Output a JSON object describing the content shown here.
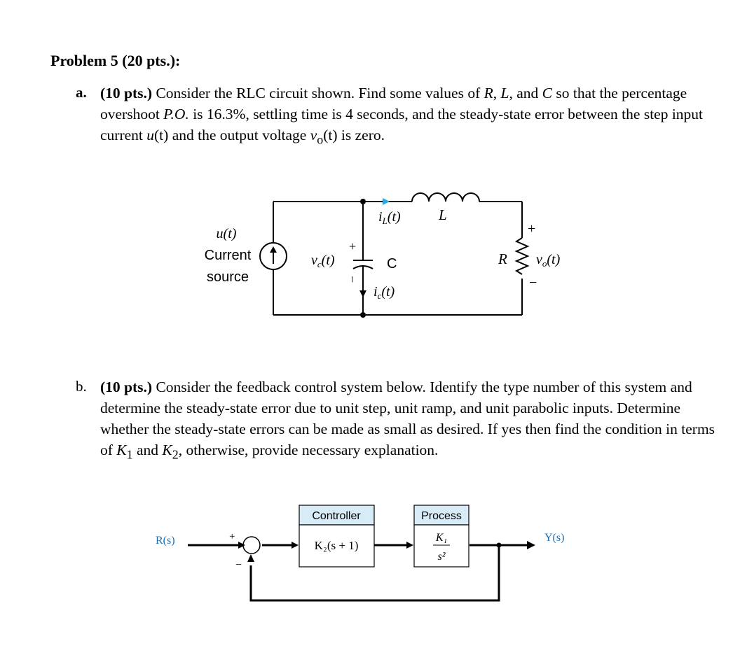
{
  "problem_title": "Problem 5 (20 pts.):",
  "part_a": {
    "label": "a.",
    "points": "(10 pts.)",
    "text_1": " Consider the RLC circuit shown. Find some values of ",
    "var_R": "R",
    "sep_1": ", ",
    "var_L": "L",
    "sep_2": ", and ",
    "var_C": "C",
    "text_2": " so that the percentage overshoot ",
    "var_PO": "P.O.",
    "text_3": " is 16.3%, settling time is 4 seconds, and the steady-state error between the step input current ",
    "var_u": "u",
    "paren_u": "(t)",
    "text_4": " and the output voltage ",
    "var_v": "v",
    "sub_o": "o",
    "paren_v": "(t)",
    "text_5": " is zero."
  },
  "circuit": {
    "source_label_1": "u(t)",
    "source_label_2": "Current",
    "source_label_3": "source",
    "vc_label": "v",
    "vc_sub": "c",
    "vc_t": "(t)",
    "cap_plus": "+",
    "cap_minus": "−",
    "cap_label": "C",
    "iL_label": "i",
    "iL_sub": "L",
    "iL_t": "(t)",
    "L_label": "L",
    "ic_label": "i",
    "ic_sub": "c",
    "ic_t": "(t)",
    "R_label": "R",
    "vo_plus": "+",
    "vo_minus": "−",
    "vo_label": "v",
    "vo_sub": "o",
    "vo_t": "(t)",
    "colors": {
      "wire": "#000000",
      "current_arrow": "#29a8e0"
    }
  },
  "part_b": {
    "label": "b.",
    "points": "(10 pts.)",
    "text_1": " Consider the feedback control system below. Identify the type number of this system and determine the steady-state error due to unit step, unit ramp, and unit parabolic inputs. Determine whether the steady-state errors can be made as small as desired. If yes then find the condition in terms of ",
    "var_K": "K",
    "sub_1": "1",
    "text_2": " and ",
    "sub_2": "2",
    "text_3": ", otherwise, provide necessary explanation."
  },
  "block_diagram": {
    "input_label": "R(s)",
    "output_label": "Y(s)",
    "plus_sign": "+",
    "minus_sign": "−",
    "controller_title": "Controller",
    "controller_tf": "K₂(s + 1)",
    "process_title": "Process",
    "process_num": "K₁",
    "process_den": "s²",
    "colors": {
      "header_fill": "#d8ecf8",
      "signal_label": "#1f6fb0",
      "line": "#000000"
    }
  }
}
